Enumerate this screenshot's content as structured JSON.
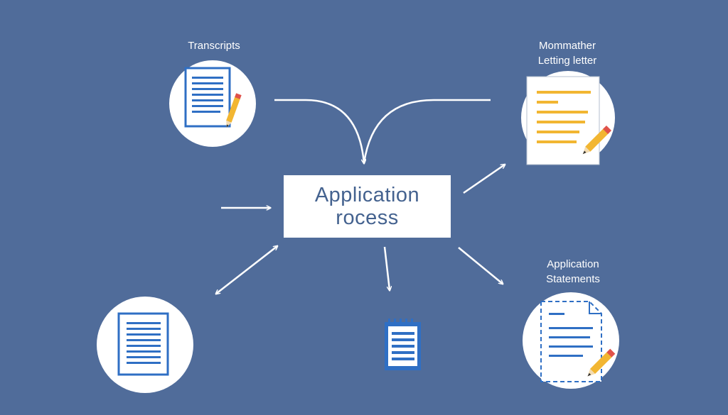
{
  "center": {
    "line1": "Application",
    "line2": "rocess"
  },
  "labels": {
    "transcripts": "Transcripts",
    "top_right_line1": "Mommather",
    "top_right_line2": "Letting letter",
    "bottom_right_line1": "Application",
    "bottom_right_line2": "Statements"
  },
  "colors": {
    "background": "#506c9a",
    "accent_blue": "#2f6fc4",
    "accent_yellow": "#f2b632",
    "center_text": "#44628f"
  },
  "icons": {
    "transcripts": "document-with-pencil-icon",
    "letter": "letter-with-pencil-icon",
    "bottom_left": "document-icon",
    "notepad": "notepad-icon",
    "statements": "statement-with-pencil-icon"
  }
}
